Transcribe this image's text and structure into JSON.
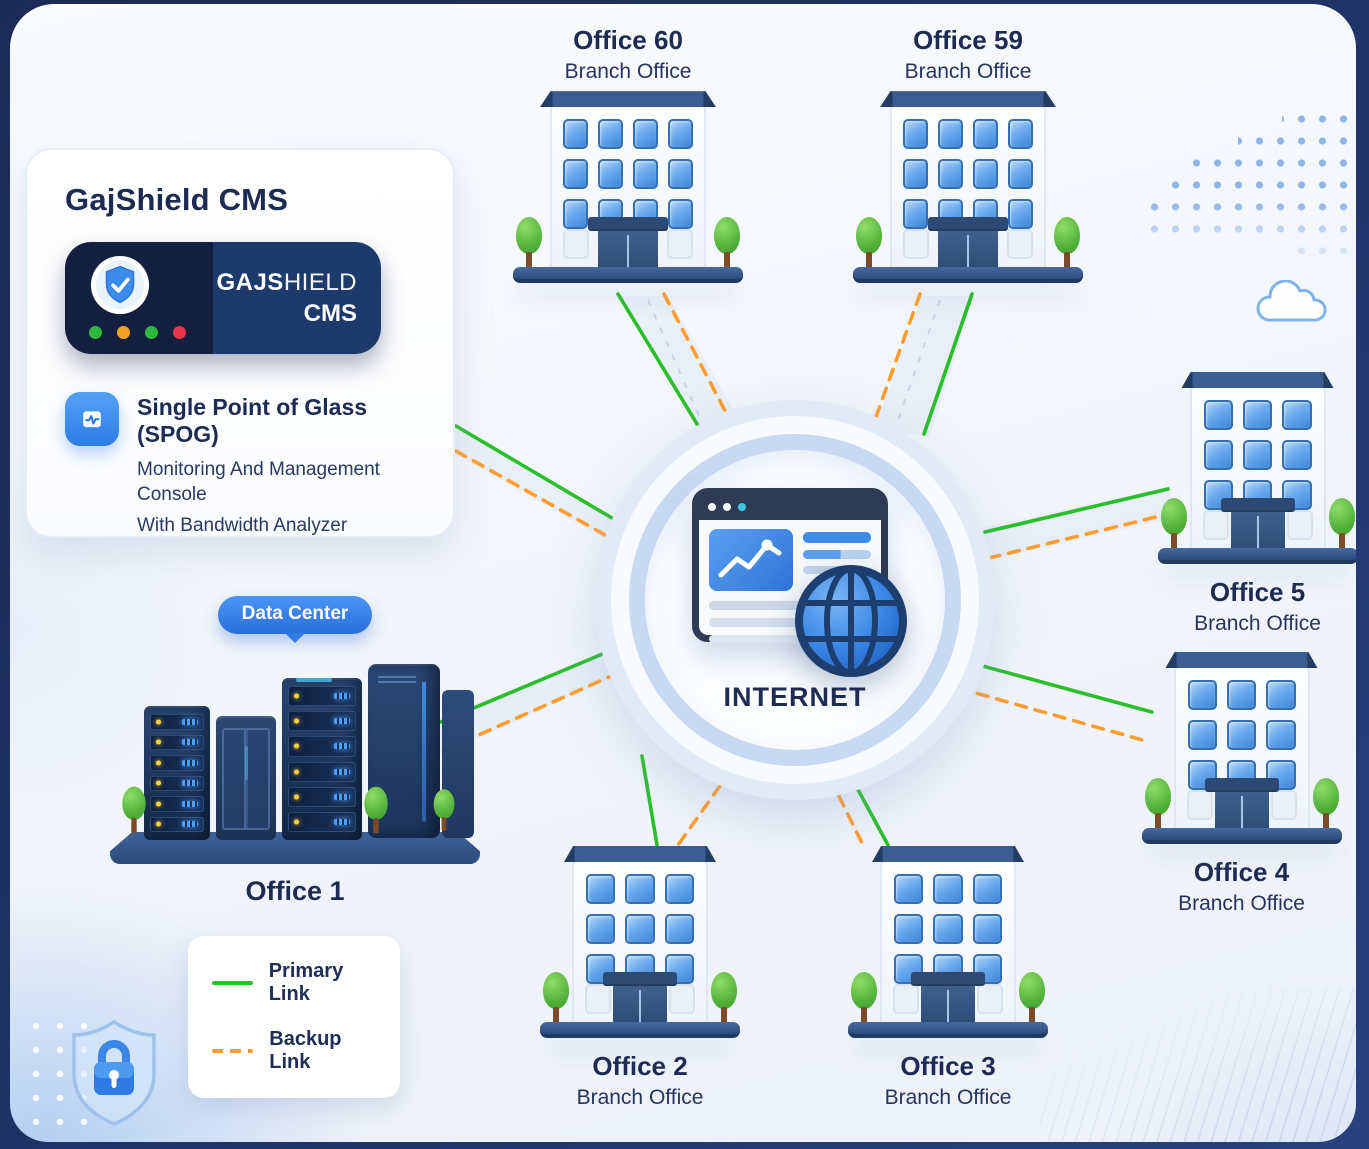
{
  "frame": {
    "background": "#1b2a55"
  },
  "colors": {
    "primary_link": "#2abf2a",
    "backup_link": "#ff9d2e",
    "navy_text": "#1c2b52",
    "accent_blue": "#2f7fe8"
  },
  "cms_card": {
    "title": "GajShield CMS",
    "badge": {
      "brand_bold": "GAJS",
      "brand_light": "HIELD",
      "product": "CMS",
      "status_dots": [
        "#2db83c",
        "#f0a126",
        "#2db83c",
        "#e8364a"
      ]
    },
    "spog": {
      "heading": "Single Point of Glass (SPOG)",
      "line1": "Monitoring And Management Console",
      "line2": "With Bandwidth Analyzer"
    }
  },
  "internet": {
    "label": "INTERNET"
  },
  "data_center": {
    "badge": "Data Center",
    "name": "Office 1"
  },
  "offices": [
    {
      "name": "Office 60",
      "type": "Branch Office"
    },
    {
      "name": "Office 59",
      "type": "Branch Office"
    },
    {
      "name": "Office 5",
      "type": "Branch Office"
    },
    {
      "name": "Office 4",
      "type": "Branch Office"
    },
    {
      "name": "Office 2",
      "type": "Branch Office"
    },
    {
      "name": "Office 3",
      "type": "Branch Office"
    }
  ],
  "legend": {
    "primary_label": "Primary Link",
    "backup_label": "Backup Link"
  }
}
